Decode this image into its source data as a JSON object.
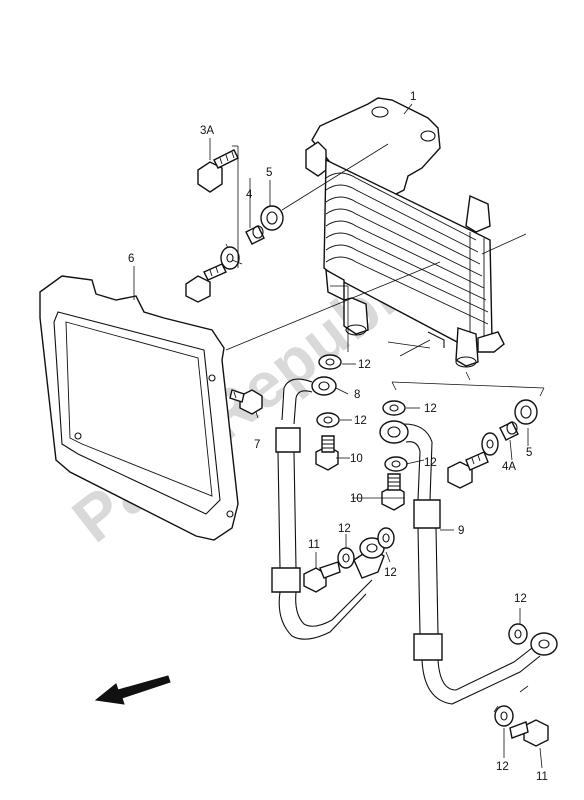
{
  "watermark": "PartsRepublik",
  "callouts": {
    "c1": "1",
    "c3a": "3A",
    "c4": "4",
    "c5": "5",
    "c6": "6",
    "c7": "7",
    "c8": "8",
    "c9": "9",
    "c10a": "10",
    "c10b": "10",
    "c11a": "11",
    "c11b": "11",
    "c12a": "12",
    "c12b": "12",
    "c12c": "12",
    "c12d": "12",
    "c12e": "12",
    "c12f": "12",
    "c12g": "12",
    "c12h": "12",
    "c4a": "4A",
    "c5b": "5"
  },
  "icons": {
    "direction": "front-arrow-icon"
  }
}
